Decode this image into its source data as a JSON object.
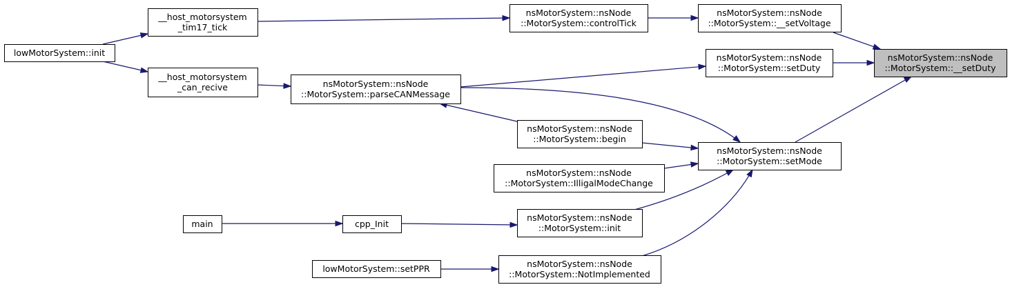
{
  "diagram": {
    "type": "caller-graph",
    "colors": {
      "edge": "#191970",
      "focus_fill": "#bfbfbf",
      "node_fill": "#ffffff",
      "border": "#000000"
    },
    "nodes": [
      {
        "id": "setDuty_internal",
        "lines": [
          "nsMotorSystem::nsNode",
          "::MotorSystem::__setDuty"
        ],
        "focus": true
      },
      {
        "id": "setVoltage",
        "lines": [
          "nsMotorSystem::nsNode",
          "::MotorSystem::__setVoltage"
        ]
      },
      {
        "id": "setDuty",
        "lines": [
          "nsMotorSystem::nsNode",
          "::MotorSystem::setDuty"
        ]
      },
      {
        "id": "setMode",
        "lines": [
          "nsMotorSystem::nsNode",
          "::MotorSystem::setMode"
        ]
      },
      {
        "id": "controlTick",
        "lines": [
          "nsMotorSystem::nsNode",
          "::MotorSystem::controlTick"
        ]
      },
      {
        "id": "parseCANMessage",
        "lines": [
          "nsMotorSystem::nsNode",
          "::MotorSystem::parseCANMessage"
        ]
      },
      {
        "id": "begin",
        "lines": [
          "nsMotorSystem::nsNode",
          "::MotorSystem::begin"
        ]
      },
      {
        "id": "IlligalModeChange",
        "lines": [
          "nsMotorSystem::nsNode",
          "::MotorSystem::IlligalModeChange"
        ]
      },
      {
        "id": "msInit",
        "lines": [
          "nsMotorSystem::nsNode",
          "::MotorSystem::init"
        ]
      },
      {
        "id": "NotImplemented",
        "lines": [
          "nsMotorSystem::nsNode",
          "::MotorSystem::NotImplemented"
        ]
      },
      {
        "id": "tim17",
        "lines": [
          "__host_motorsystem",
          "_tim17_tick"
        ]
      },
      {
        "id": "canRecive",
        "lines": [
          "__host_motorsystem",
          "_can_recive"
        ]
      },
      {
        "id": "lowInit",
        "lines": [
          "lowMotorSystem::init"
        ]
      },
      {
        "id": "cppInit",
        "lines": [
          "cpp_Init"
        ]
      },
      {
        "id": "main",
        "lines": [
          "main"
        ]
      },
      {
        "id": "setPPR",
        "lines": [
          "lowMotorSystem::setPPR"
        ]
      }
    ],
    "edges": [
      {
        "from": "setVoltage",
        "to": "setDuty_internal"
      },
      {
        "from": "setDuty",
        "to": "setDuty_internal"
      },
      {
        "from": "setMode",
        "to": "setDuty_internal"
      },
      {
        "from": "controlTick",
        "to": "setVoltage"
      },
      {
        "from": "parseCANMessage",
        "to": "setDuty"
      },
      {
        "from": "parseCANMessage",
        "to": "setMode"
      },
      {
        "from": "begin",
        "to": "setMode"
      },
      {
        "from": "IlligalModeChange",
        "to": "setMode"
      },
      {
        "from": "msInit",
        "to": "setMode"
      },
      {
        "from": "NotImplemented",
        "to": "setMode"
      },
      {
        "from": "tim17",
        "to": "controlTick"
      },
      {
        "from": "canRecive",
        "to": "parseCANMessage"
      },
      {
        "from": "begin",
        "to": "parseCANMessage"
      },
      {
        "from": "lowInit",
        "to": "tim17"
      },
      {
        "from": "lowInit",
        "to": "canRecive"
      },
      {
        "from": "cppInit",
        "to": "msInit"
      },
      {
        "from": "main",
        "to": "cppInit"
      },
      {
        "from": "setPPR",
        "to": "NotImplemented"
      }
    ]
  }
}
